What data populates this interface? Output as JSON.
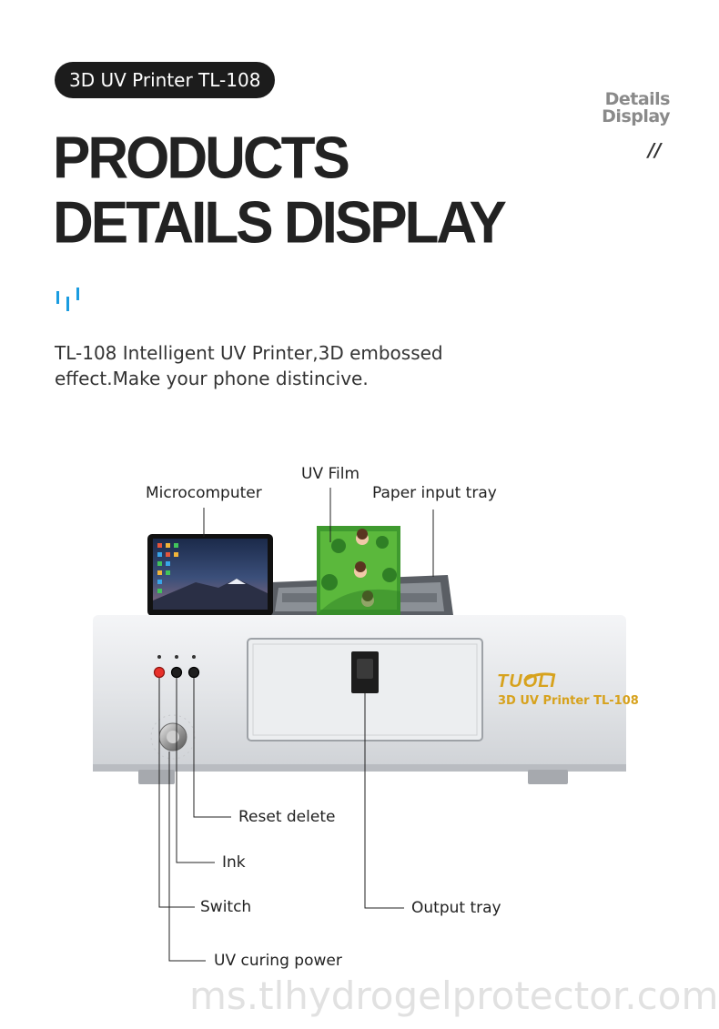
{
  "badge": "3D UV Printer TL-108",
  "side": {
    "line1": "Details",
    "line2": "Display",
    "slash": "//"
  },
  "headline": {
    "line1": "PRODUCTS",
    "line2": "DETAILS DISPLAY"
  },
  "description": "TL-108 Intelligent UV Printer,3D embossed effect.Make your phone distincive.",
  "callouts": {
    "microcomputer": "Microcomputer",
    "uv_film": "UV Film",
    "paper_input_tray": "Paper input tray",
    "reset_delete": "Reset delete",
    "ink": "Ink",
    "switch": "Switch",
    "output_tray": "Output tray",
    "uv_curing_power": "UV curing power"
  },
  "brand": {
    "logo": "TUOLI",
    "model": "3D UV Printer TL-108"
  },
  "watermark": "ms.tlhydrogelprotector.com",
  "colors": {
    "accent_blue": "#1a9ce0",
    "brand_gold": "#d7a21d",
    "switch_red": "#e8302a"
  }
}
